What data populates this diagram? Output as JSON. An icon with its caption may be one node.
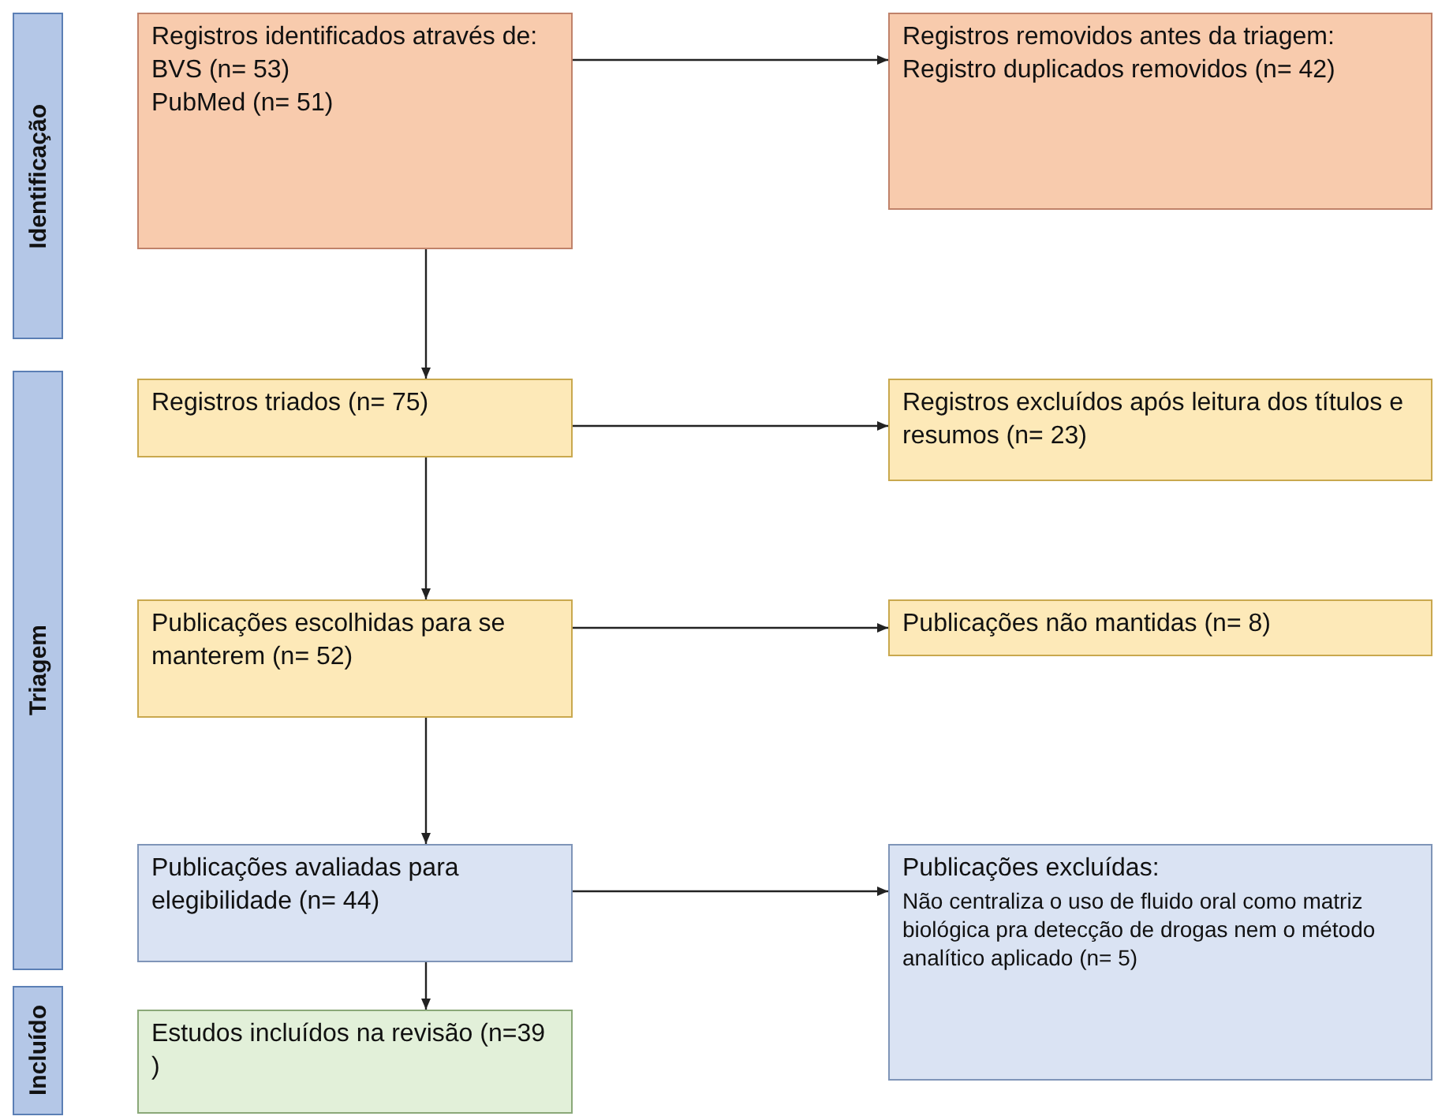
{
  "diagram": {
    "nodes": [
      {
        "text": [
          "Identificação"
        ]
      },
      {
        "text": [
          "Triagem"
        ]
      },
      {
        "text": [
          "Incluído"
        ]
      },
      {
        "text": [
          "Registros identificados através de:",
          "BVS (n= 53)",
          "PubMed (n= 51)"
        ]
      },
      {
        "text": [
          "Registros removidos antes da triagem:",
          "Registro duplicados removidos (n= 42)"
        ]
      },
      {
        "text": [
          "Registros triados (n= 75)"
        ]
      },
      {
        "text": [
          "Registros excluídos após leitura dos títulos e resumos (n= 23)"
        ]
      },
      {
        "text": [
          "Publicações escolhidas para se manterem (n= 52)"
        ]
      },
      {
        "text": [
          "Publicações não mantidas (n= 8)"
        ]
      },
      {
        "text": [
          "Publicações avaliadas para elegibilidade (n= 44)"
        ]
      },
      {
        "text": [
          "Publicações excluídas:",
          "Não centraliza o uso de fluido oral como matriz biológica pra detecção de drogas nem o método analítico aplicado (n= 5)"
        ]
      },
      {
        "text": [
          "Estudos incluídos na revisão (n=39 )"
        ]
      }
    ],
    "edges": [
      {
        "from": 3,
        "to": 4,
        "arrow": "to"
      },
      {
        "from": 3,
        "to": 5,
        "arrow": "to"
      },
      {
        "from": 5,
        "to": 6,
        "arrow": "to"
      },
      {
        "from": 5,
        "to": 7,
        "arrow": "to"
      },
      {
        "from": 7,
        "to": 8,
        "arrow": "to"
      },
      {
        "from": 7,
        "to": 9,
        "arrow": "to"
      },
      {
        "from": 9,
        "to": 10,
        "arrow": "to"
      },
      {
        "from": 9,
        "to": 11,
        "arrow": "to"
      }
    ]
  }
}
